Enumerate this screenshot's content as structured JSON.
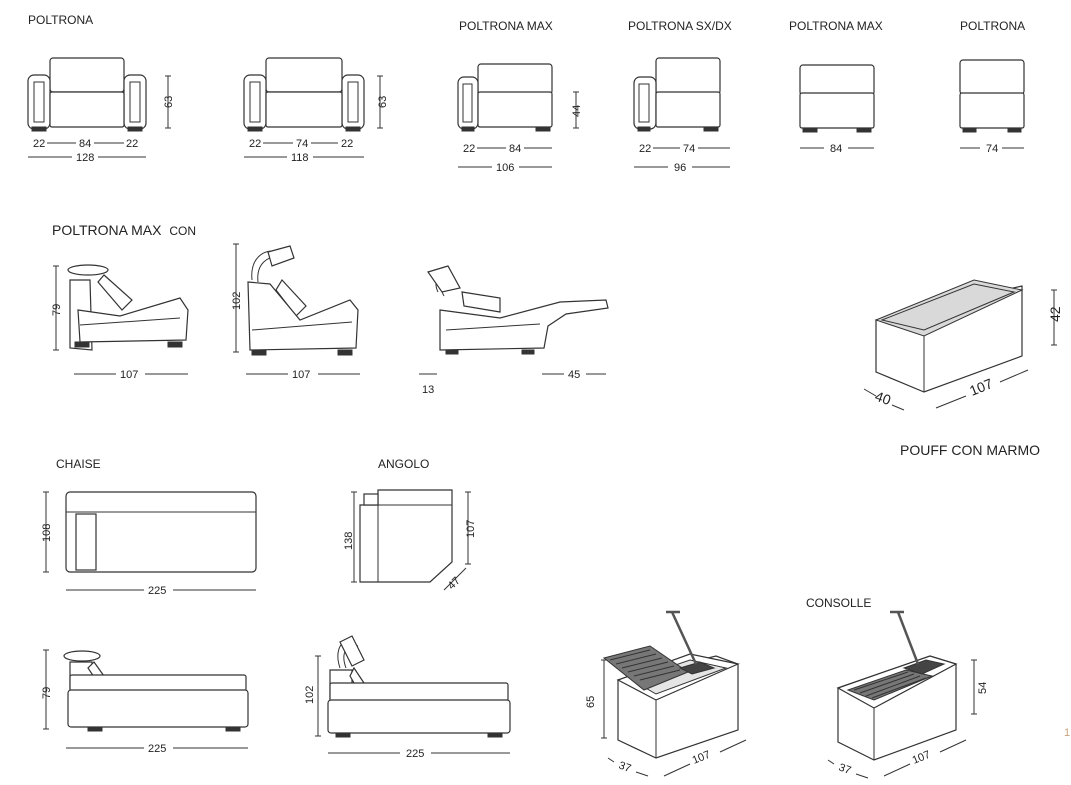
{
  "labels": {
    "poltrona_1": "POLTRONA",
    "poltrona_max_1": "POLTRONA MAX",
    "poltrona_sxdx": "POLTRONA SX/DX",
    "poltrona_max_2": "POLTRONA MAX",
    "poltrona_2": "POLTRONA",
    "poltrona_max_con_a": "POLTRONA MAX",
    "poltrona_max_con_b": "CON",
    "chaise": "CHAISE",
    "angolo": "ANGOLO",
    "pouff": "POUFF CON MARMO",
    "consolle": "CONSOLLE",
    "page_num": "1"
  },
  "dims": {
    "d22": "22",
    "d84": "84",
    "d128": "128",
    "d63": "63",
    "d74": "74",
    "d118": "118",
    "d44": "44",
    "d106": "106",
    "d96": "96",
    "d79": "79",
    "d107": "107",
    "d102": "102",
    "d13": "13",
    "d45": "45",
    "d42": "42",
    "d40": "40",
    "d108": "108",
    "d225": "225",
    "d138": "138",
    "d47": "47",
    "d65": "65",
    "d37": "37",
    "d54": "54"
  }
}
